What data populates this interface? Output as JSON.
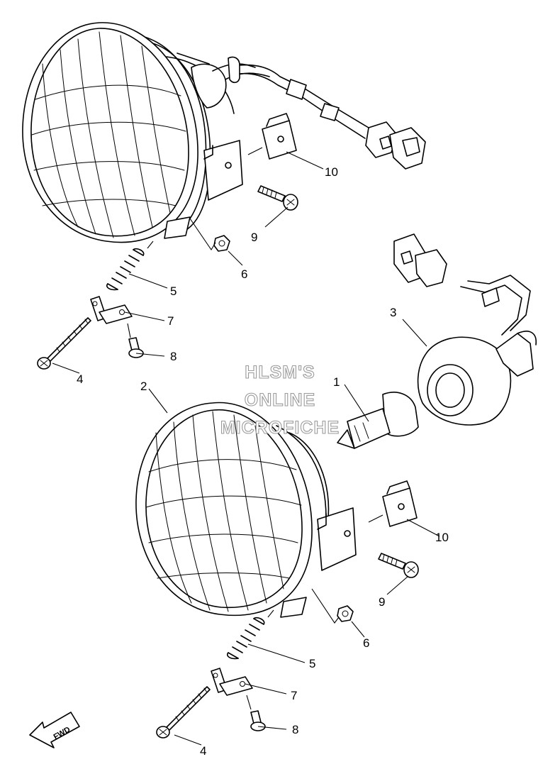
{
  "diagram": {
    "callouts": {
      "c1": "1",
      "c2": "2",
      "c3": "3",
      "c4a": "4",
      "c4b": "4",
      "c5a": "5",
      "c5b": "5",
      "c6a": "6",
      "c6b": "6",
      "c7a": "7",
      "c7b": "7",
      "c8a": "8",
      "c8b": "8",
      "c9a": "9",
      "c9b": "9",
      "c10a": "10",
      "c10b": "10"
    },
    "watermark": {
      "line1": "HLSM'S",
      "line2": "ONLINE",
      "line3": "MICROFICHE"
    },
    "direction_label": "FWD"
  }
}
